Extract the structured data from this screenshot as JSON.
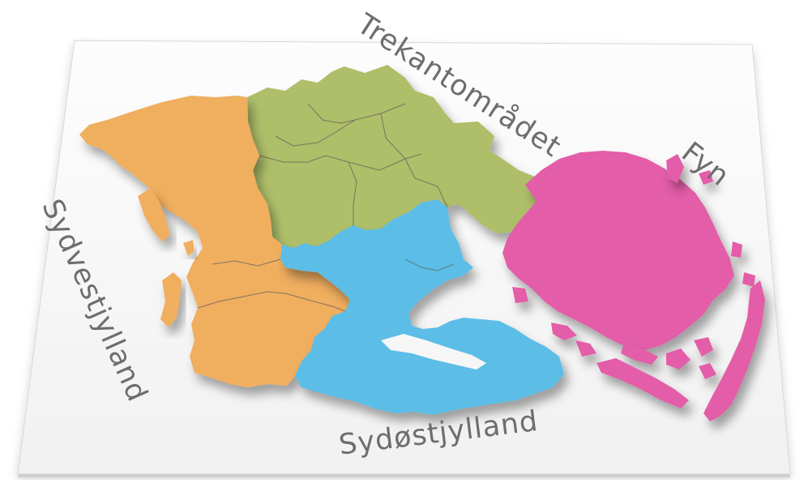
{
  "regions": [
    {
      "key": "trekant",
      "name": "Trekantområdet",
      "color": "#aebe69"
    },
    {
      "key": "fyn",
      "name": "Fyn",
      "color": "#e35da8"
    },
    {
      "key": "sydvest",
      "name": "Sydvestjylland",
      "color": "#f0ae5e"
    },
    {
      "key": "sydost",
      "name": "Sydøstjylland",
      "color": "#5bbde6"
    }
  ],
  "colors": {
    "board_top": "#f9f9f9",
    "board_edge": "#cfcfcf",
    "border_lines": "#5a5a5a",
    "label_text": "#6d6d6d"
  }
}
